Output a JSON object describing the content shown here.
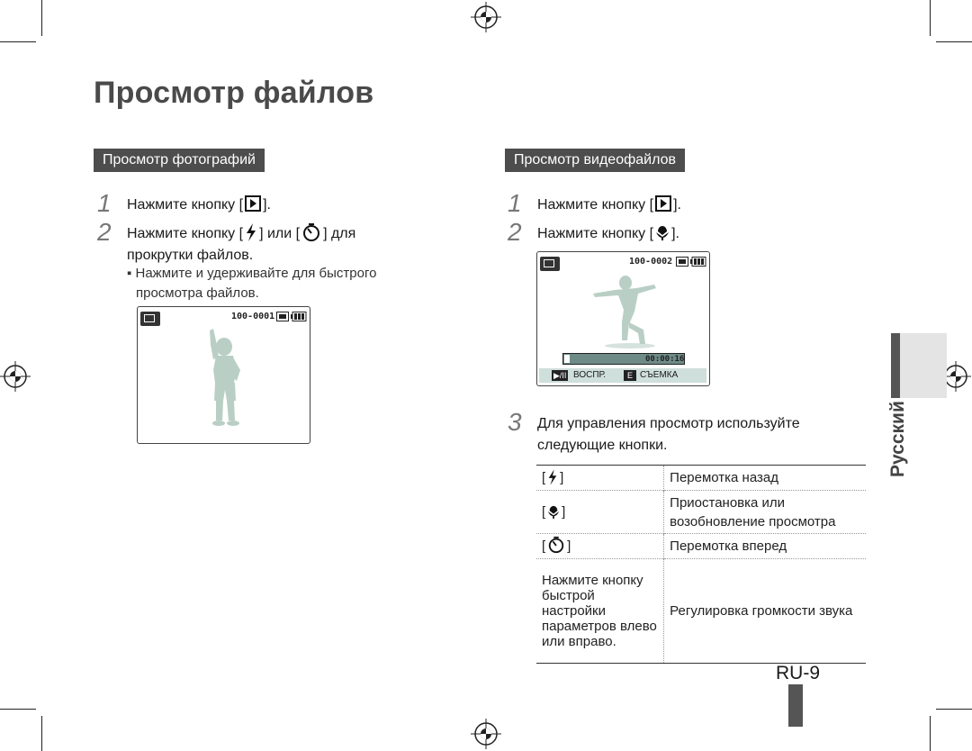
{
  "page": {
    "title": "Просмотр файлов",
    "page_number": "RU-9",
    "side_label": "Русский"
  },
  "photos": {
    "header": "Просмотр фотографий",
    "step1_num": "1",
    "step1_text": "Нажмите кнопку [",
    "step1_end": "].",
    "step2_num": "2",
    "step2_text_a": "Нажмите кнопку [",
    "step2_text_b": "] или [",
    "step2_text_c": "] для",
    "step2_line2": "прокрутки файлов.",
    "bullet_line1": "▪ Нажмите и удерживайте для быстрого",
    "bullet_line2": "просмотра файлов.",
    "lcd_counter": "100-0001"
  },
  "videos": {
    "header": "Просмотр видеофайлов",
    "step1_num": "1",
    "step1_text": "Нажмите кнопку [",
    "step1_end": "].",
    "step2_num": "2",
    "step2_text": "Нажмите кнопку [",
    "step2_end": "].",
    "lcd_counter": "100-0002",
    "lcd_time": "00:00:16",
    "lcd_play_label": "ВОСПР.",
    "lcd_play_key": "▶/II",
    "lcd_shoot_label": "СЪЕМКА",
    "lcd_shoot_key": "E",
    "step3_num": "3",
    "step3_line1": "Для управления просмотр используйте",
    "step3_line2": "следующие кнопки."
  },
  "controls_table": {
    "rows": [
      {
        "key_icon": "flash-icon",
        "key_text": "",
        "value": "Перемотка назад"
      },
      {
        "key_icon": "macro-icon",
        "key_text": "",
        "value": "Приостановка или возобновление просмотра"
      },
      {
        "key_icon": "timer-icon",
        "key_text": "",
        "value": "Перемотка вперед"
      },
      {
        "key_icon": "",
        "key_text": "Нажмите кнопку быстрой настройки параметров влево или вправо.",
        "value": "Регулировка громкости звука"
      }
    ]
  },
  "colors": {
    "header_bg": "#4d4d4d",
    "figure": "#b9cfc6",
    "side_tab": "#e4e4e4"
  }
}
